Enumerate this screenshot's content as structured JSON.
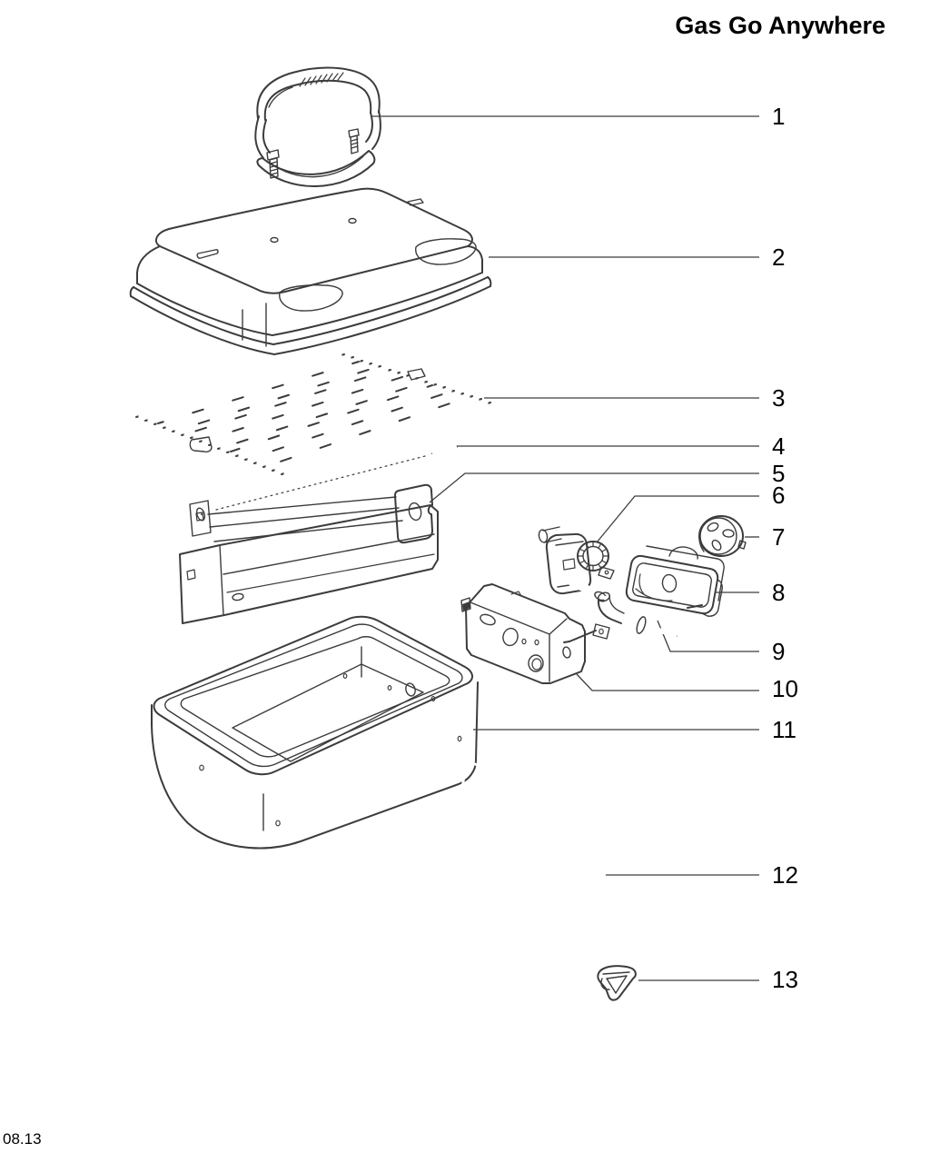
{
  "page": {
    "title": "Gas Go Anywhere",
    "footer_code": "08.13"
  },
  "colors": {
    "ink": "#3c3c3c",
    "text": "#000000",
    "background": "#ffffff"
  },
  "diagram": {
    "callouts": [
      {
        "label": "1"
      },
      {
        "label": "2"
      },
      {
        "label": "3"
      },
      {
        "label": "4"
      },
      {
        "label": "5"
      },
      {
        "label": "6"
      },
      {
        "label": "7"
      },
      {
        "label": "8"
      },
      {
        "label": "9"
      },
      {
        "label": "10"
      },
      {
        "label": "11"
      },
      {
        "label": "12"
      },
      {
        "label": "13"
      }
    ]
  }
}
